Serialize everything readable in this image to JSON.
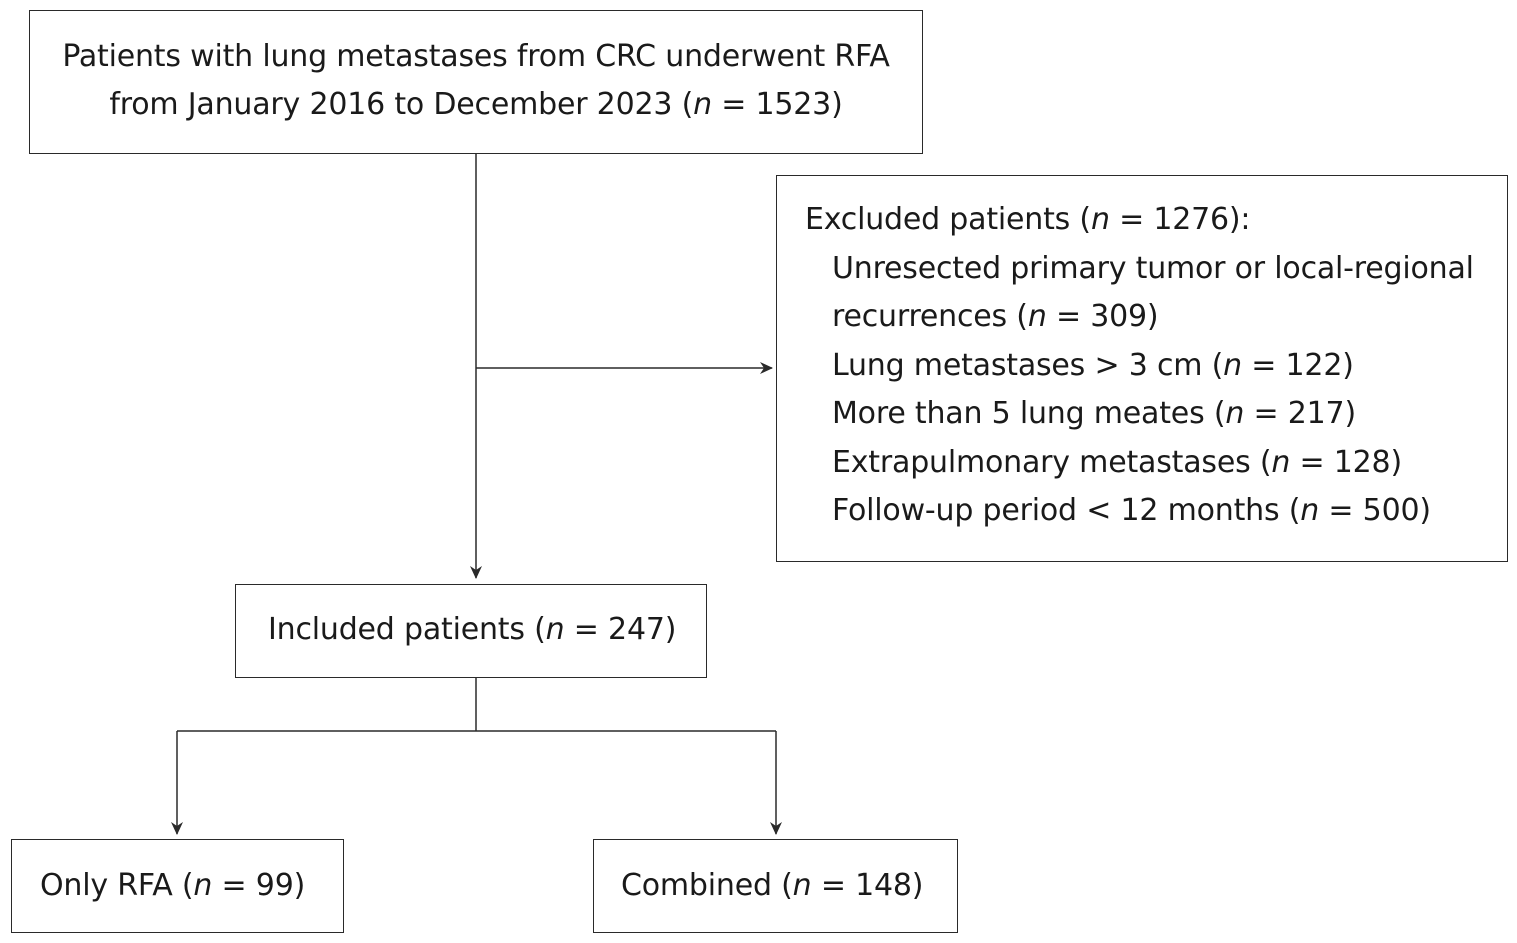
{
  "nodes": {
    "source": {
      "line1": "Patients with lung metastases from CRC underwent RFA",
      "line2_prefix": "from January 2016 to December 2023 (",
      "n_symbol": "n",
      "line2_suffix": " = 1523)"
    },
    "excluded": {
      "heading_prefix": "Excluded patients (",
      "heading_suffix": " = 1276):",
      "reasons": [
        {
          "line1": "Unresected primary tumor or local-regional",
          "prefix": "recurrences (",
          "suffix": " = 309)"
        },
        {
          "prefix": "Lung metastases > 3 cm (",
          "suffix": " = 122)"
        },
        {
          "prefix": "More than 5 lung meates (",
          "suffix": " = 217)"
        },
        {
          "prefix": "Extrapulmonary metastases (",
          "suffix": " = 128)"
        },
        {
          "prefix": "Follow-up period < 12 months (",
          "suffix": " = 500)"
        }
      ]
    },
    "included": {
      "prefix": "Included patients (",
      "suffix": " = 247)"
    },
    "only_rfa": {
      "prefix": "Only RFA (",
      "suffix": " = 99)"
    },
    "combined": {
      "prefix": "Combined (",
      "suffix": " = 148)"
    }
  },
  "colors": {
    "stroke": "#2a2a2a",
    "text": "#1a1a1a",
    "background": "#ffffff"
  }
}
